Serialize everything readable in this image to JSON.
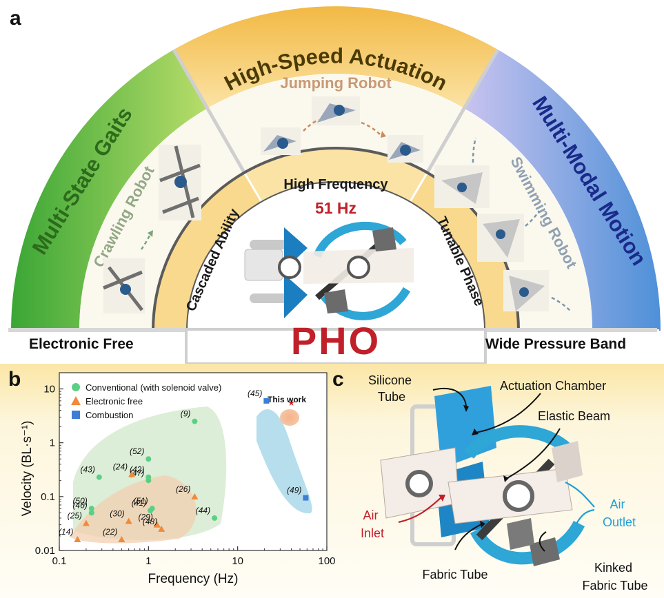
{
  "panel_a": {
    "label": "a",
    "outer_bands": {
      "left": "Multi-State Gaits",
      "top": "High-Speed Actuation",
      "right": "Multi-Modal Motion"
    },
    "robots": {
      "crawling": "Crawling Robot",
      "jumping": "Jumping Robot",
      "swimming": "Swimming Robot"
    },
    "inner_bands": {
      "left": "Cascaded Ability",
      "top": "High Frequency",
      "right": "Tunable Phase"
    },
    "frequency_value": "51 Hz",
    "center_title": "PHO",
    "corner_left": "Electronic Free",
    "corner_right": "Wide Pressure Band"
  },
  "panel_b": {
    "label": "b",
    "chart_data": {
      "type": "scatter",
      "xlabel": "Frequency (Hz)",
      "ylabel": "Velocity (BL·s⁻¹)",
      "xscale": "log",
      "yscale": "log",
      "xlim": [
        0.1,
        100
      ],
      "ylim": [
        0.01,
        20
      ],
      "x_ticks": [
        "0.1",
        "1",
        "10",
        "100"
      ],
      "y_ticks": [
        "0.01",
        "0.1",
        "1",
        "10"
      ],
      "legend_position": "top-left",
      "highlight_label": "This work",
      "series": [
        {
          "name": "Conventional (with solenoid valve)",
          "marker": "circle",
          "color": "#5ccf86",
          "points": [
            {
              "x": 3.3,
              "y": 2.5,
              "ref": "(9)"
            },
            {
              "x": 1.0,
              "y": 0.5,
              "ref": "(52)"
            },
            {
              "x": 0.28,
              "y": 0.23,
              "ref": "(43)"
            },
            {
              "x": 1.0,
              "y": 0.23,
              "ref": "(42)"
            },
            {
              "x": 1.0,
              "y": 0.2,
              "ref": "(47)"
            },
            {
              "x": 0.23,
              "y": 0.06,
              "ref": "(50)"
            },
            {
              "x": 1.05,
              "y": 0.055,
              "ref": "(41)"
            },
            {
              "x": 1.1,
              "y": 0.06,
              "ref": "(51)"
            },
            {
              "x": 0.23,
              "y": 0.05,
              "ref": "(46)"
            },
            {
              "x": 5.5,
              "y": 0.04,
              "ref": "(44)"
            }
          ]
        },
        {
          "name": "Electronic free",
          "marker": "triangle",
          "color": "#f08a3c",
          "points": [
            {
              "x": 0.65,
              "y": 0.26,
              "ref": "(24)"
            },
            {
              "x": 3.3,
              "y": 0.1,
              "ref": "(26)"
            },
            {
              "x": 0.2,
              "y": 0.032,
              "ref": "(25)"
            },
            {
              "x": 0.6,
              "y": 0.035,
              "ref": "(30)"
            },
            {
              "x": 1.25,
              "y": 0.03,
              "ref": "(29)"
            },
            {
              "x": 1.4,
              "y": 0.025,
              "ref": "(48)"
            },
            {
              "x": 0.16,
              "y": 0.016,
              "ref": "(14)"
            },
            {
              "x": 0.5,
              "y": 0.016,
              "ref": "(22)"
            }
          ]
        },
        {
          "name": "Combustion",
          "marker": "square",
          "color": "#3d7fd6",
          "points": [
            {
              "x": 21,
              "y": 6,
              "ref": "(45)"
            },
            {
              "x": 58,
              "y": 0.095,
              "ref": "(49)"
            }
          ]
        },
        {
          "name": "This work",
          "marker": "star",
          "color": "#d02020",
          "points": [
            {
              "x": 40,
              "y": 5.5,
              "ref": ""
            }
          ]
        }
      ]
    }
  },
  "panel_c": {
    "label": "c",
    "callouts": {
      "silicone_tube": [
        "Silicone",
        "Tube"
      ],
      "actuation_chamber": "Actuation Chamber",
      "elastic_beam": "Elastic Beam",
      "air_inlet": [
        "Air",
        "Inlet"
      ],
      "air_outlet": [
        "Air",
        "Outlet"
      ],
      "fabric_tube": "Fabric Tube",
      "kinked_fabric_tube": [
        "Kinked",
        "Fabric Tube"
      ]
    },
    "colors": {
      "inlet": "#c0202a",
      "outlet": "#1e9fd8"
    }
  }
}
